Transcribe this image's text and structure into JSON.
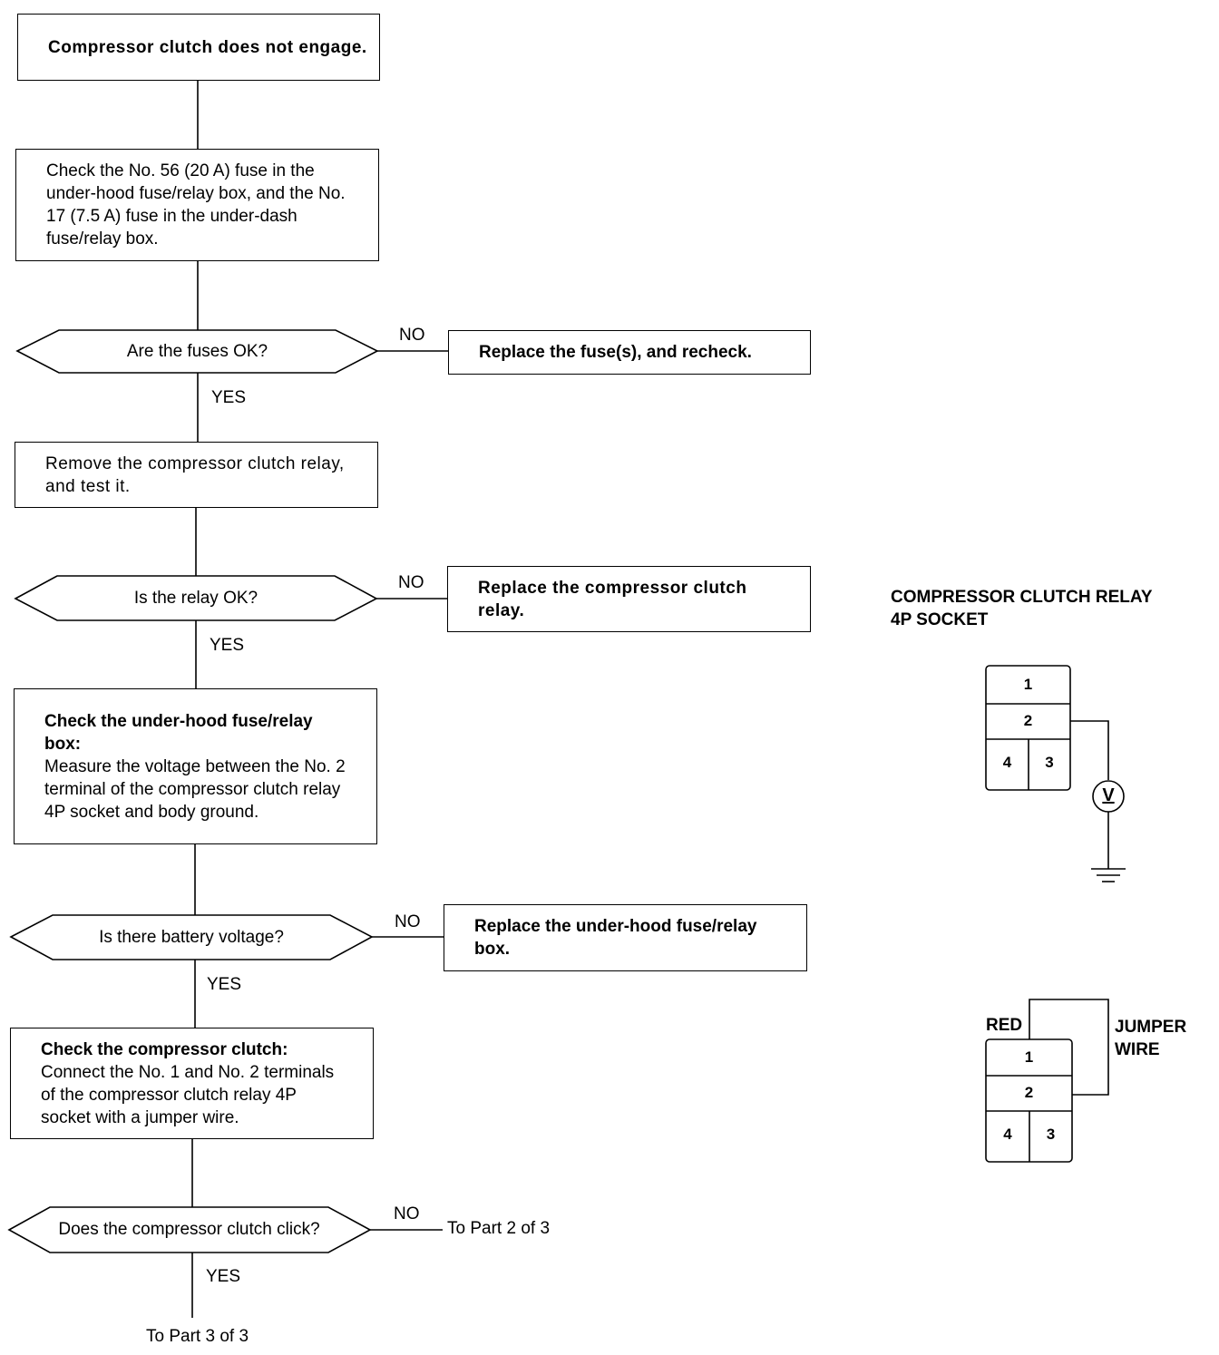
{
  "flow": {
    "start": "Compressor clutch does not engage.",
    "step1": "Check the No. 56 (20 A) fuse in the under-hood fuse/relay box, and the No. 17 (7.5 A) fuse in the under-dash fuse/relay box.",
    "q1": "Are the fuses OK?",
    "no1_action": "Replace the fuse(s), and recheck.",
    "step2": "Remove the compressor clutch relay, and test it.",
    "q2": "Is the relay OK?",
    "no2_action": "Replace the compressor clutch relay.",
    "step3_title": "Check the under-hood fuse/relay box:",
    "step3_body": "Measure the voltage between the No. 2 terminal of the compressor clutch relay 4P socket and body ground.",
    "q3": "Is there battery voltage?",
    "no3_action": "Replace the under-hood fuse/relay box.",
    "step4_title": "Check the compressor clutch:",
    "step4_body": "Connect the No. 1 and No. 2 terminals of the compressor clutch relay 4P socket with a jumper wire.",
    "q4": "Does the compressor clutch click?",
    "no4_target": "To Part 2 of 3",
    "yes4_target": "To Part 3 of 3",
    "yes_label": "YES",
    "no_label": "NO"
  },
  "diagram1": {
    "title_line1": "COMPRESSOR CLUTCH RELAY",
    "title_line2": "4P SOCKET",
    "terminals": [
      "1",
      "2",
      "4",
      "3"
    ],
    "meter": "V"
  },
  "diagram2": {
    "red_label": "RED",
    "jumper_label_line1": "JUMPER",
    "jumper_label_line2": "WIRE",
    "terminals": [
      "1",
      "2",
      "4",
      "3"
    ]
  }
}
